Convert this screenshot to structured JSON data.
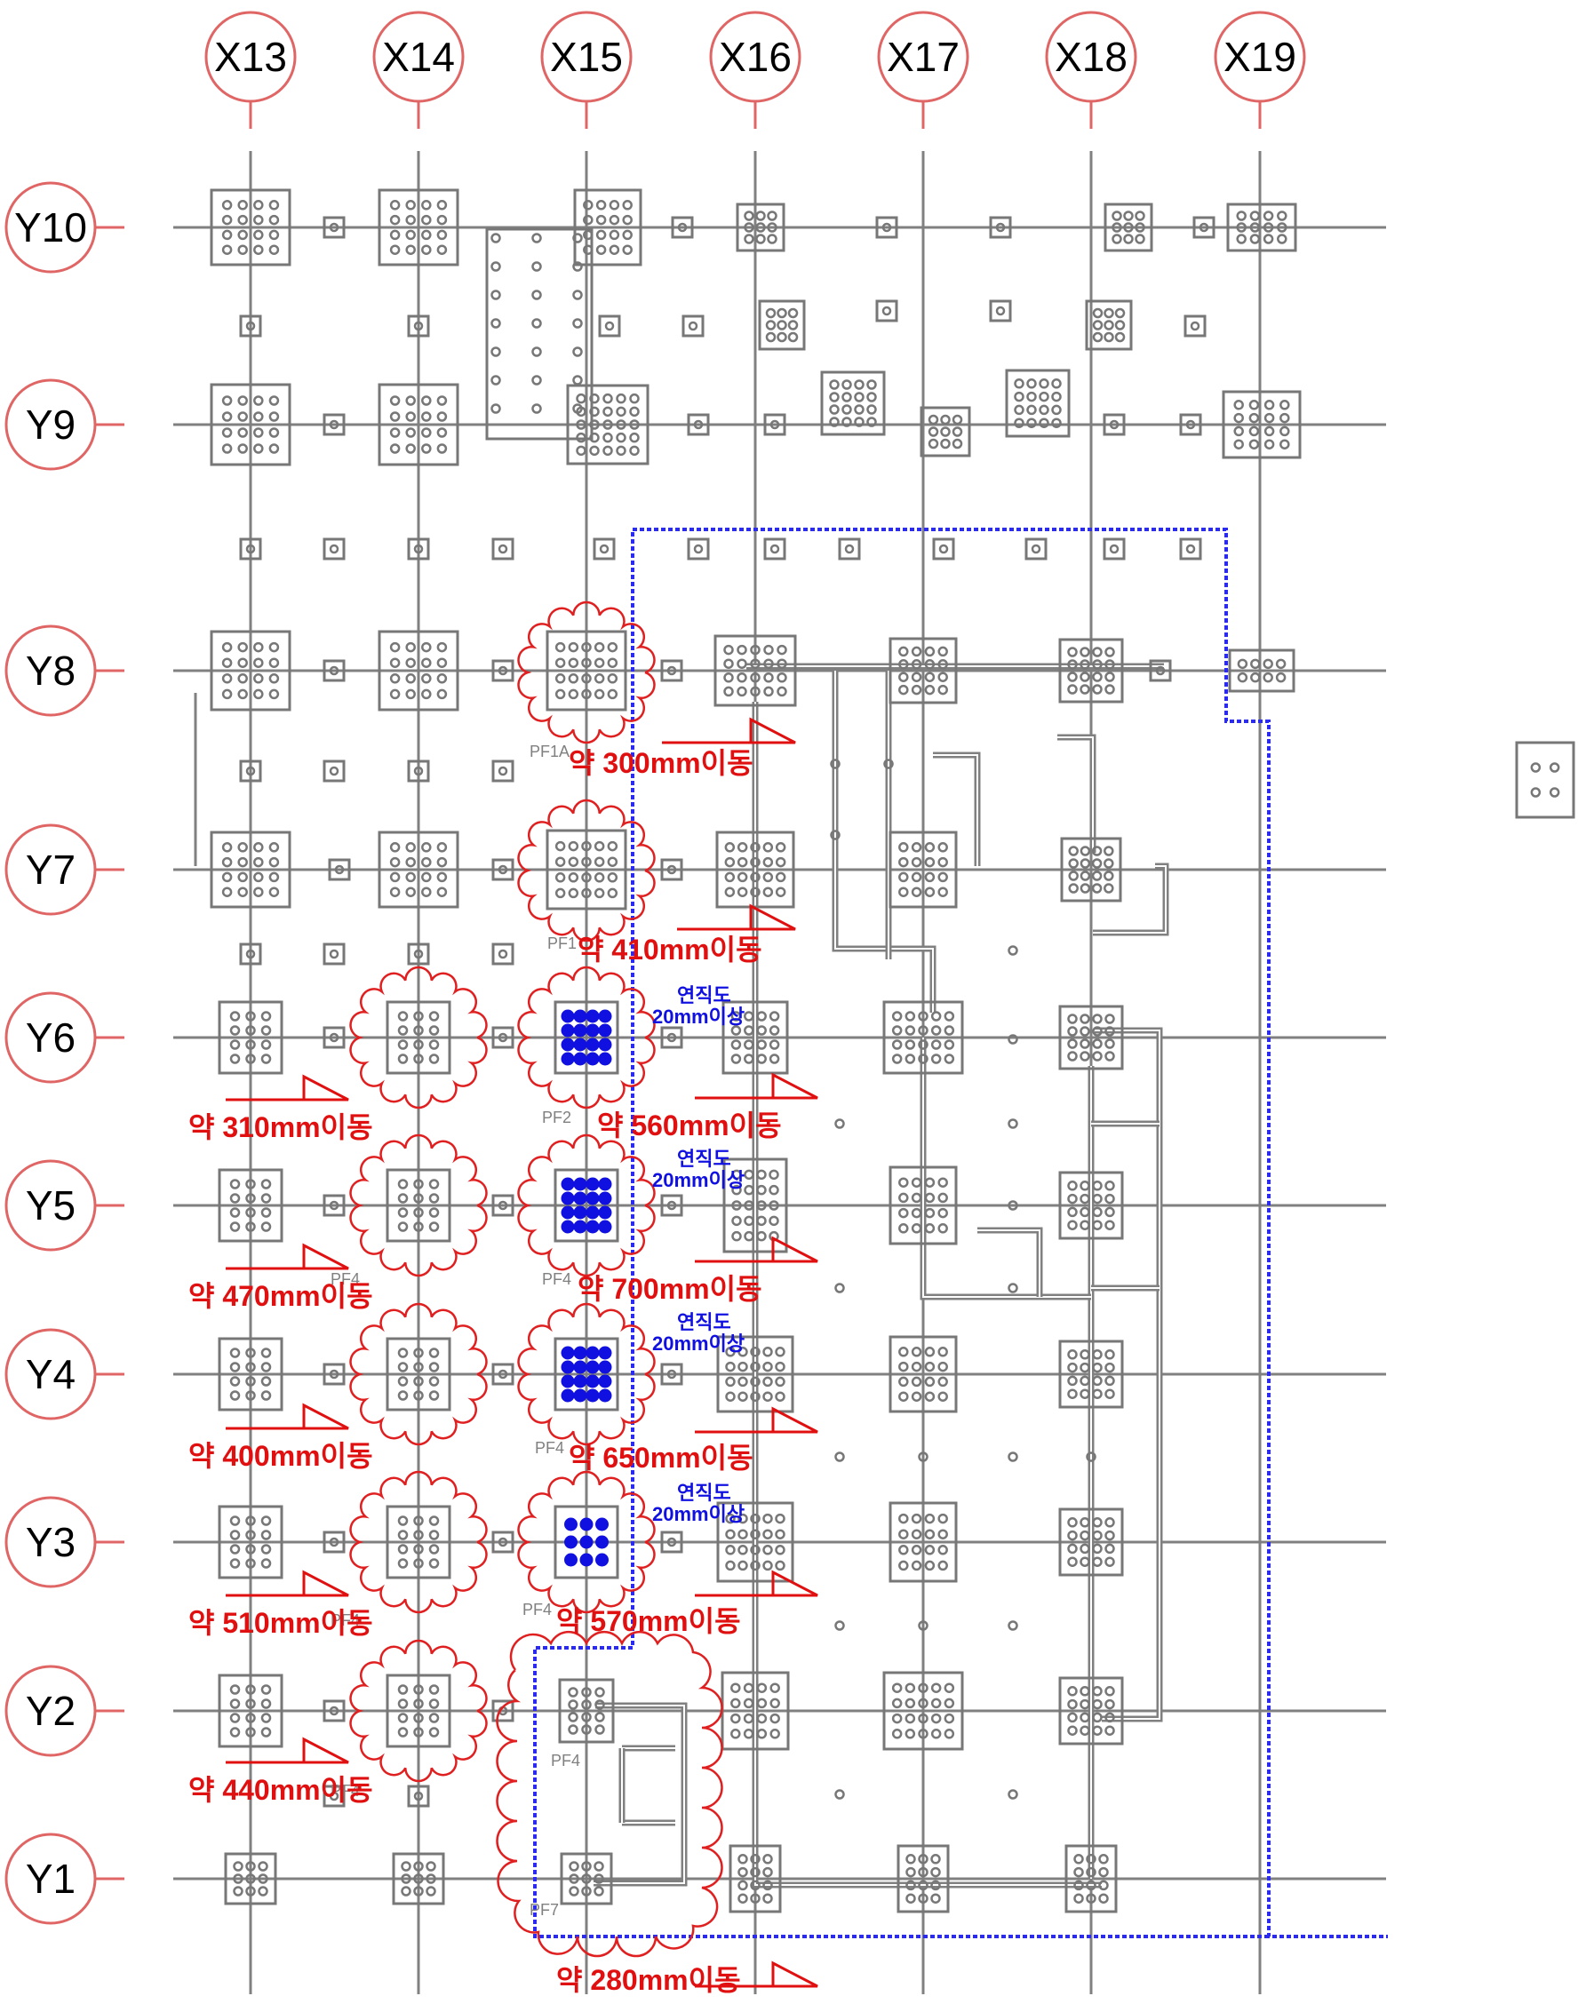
{
  "x_axes": [
    "X13",
    "X14",
    "X15",
    "X16",
    "X17",
    "X18",
    "X19"
  ],
  "y_axes": [
    "Y10",
    "Y9",
    "Y8",
    "Y7",
    "Y6",
    "Y5",
    "Y4",
    "Y3",
    "Y2",
    "Y1"
  ],
  "colors": {
    "bubble": "#e06666",
    "grid": "#808080",
    "note": "#e01010",
    "moved_pile": "#1010e0",
    "boundary": "#2a2af0"
  },
  "pf_labels": [
    "PF1A",
    "PF1",
    "PF2",
    "PF4",
    "PF4",
    "PF4",
    "PF4",
    "PF4",
    "PF7",
    "PF4",
    "PF4"
  ],
  "move_notes": [
    "약 300mm이동",
    "약 410mm이동",
    "약 310mm이동",
    "약 560mm이동",
    "약 470mm이동",
    "약 700mm이동",
    "약 400mm이동",
    "약 650mm이동",
    "약 510mm이동",
    "약 570mm이동",
    "약 440mm이동",
    "약 280mm이동"
  ],
  "plumb_notes": [
    {
      "line1": "연직도",
      "line2": "20mm이상"
    },
    {
      "line1": "연직도",
      "line2": "20mm이상"
    },
    {
      "line1": "연직도",
      "line2": "20mm이상"
    },
    {
      "line1": "연직도",
      "line2": "20mm이상"
    }
  ]
}
